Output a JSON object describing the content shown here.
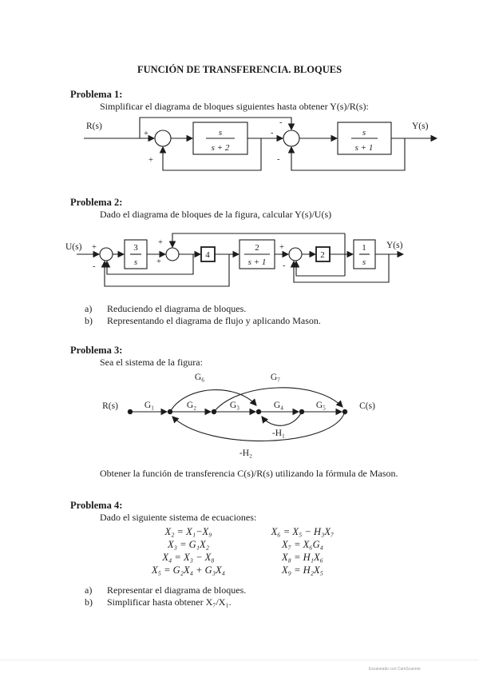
{
  "page": {
    "title": "FUNCIÓN DE TRANSFERENCIA. BLOQUES",
    "watermark": "Escaneado con CamScanner"
  },
  "problem1": {
    "heading": "Problema 1:",
    "description": "Simplificar el diagrama de bloques siguientes hasta obtener Y(s)/R(s):",
    "diagram": {
      "input_label": "R(s)",
      "output_label": "Y(s)",
      "block1_num": "s",
      "block1_den": "s + 2",
      "block2_num": "s",
      "block2_den": "s + 1",
      "sum1_sign_left": "+",
      "sum1_sign_bottom": "+",
      "sum2_sign_top": "-",
      "sum2_sign_left": "-",
      "sum2_sign_bottom": "-"
    }
  },
  "problem2": {
    "heading": "Problema 2:",
    "description": "Dado el diagrama de bloques de la figura, calcular Y(s)/U(s)",
    "diagram": {
      "input_label": "U(s)",
      "output_label": "Y(s)",
      "block1_num": "3",
      "block1_den": "s",
      "block2_label": "4",
      "block3_num": "2",
      "block3_den": "s + 1",
      "block4_label": "2",
      "block5_num": "1",
      "block5_den": "s",
      "sum1_sign_left": "+",
      "sum1_sign_bottom": "-",
      "sum2_sign_top": "+",
      "sum2_sign_left": "+",
      "sum3_sign_left": "+",
      "sum3_sign_bottom": "-"
    },
    "items": [
      {
        "label": "a)",
        "text": "Reduciendo el diagrama de bloques."
      },
      {
        "label": "b)",
        "text": "Representando el diagrama de flujo y aplicando Mason."
      }
    ]
  },
  "problem3": {
    "heading": "Problema 3:",
    "description": "Sea el sistema de la figura:",
    "closing": "Obtener la función de transferencia C(s)/R(s) utilizando la fórmula de Mason.",
    "graph": {
      "input_label": "R(s)",
      "output_label": "C(s)",
      "g1": "G₁",
      "g2": "G₂",
      "g3": "G₃",
      "g4": "G₄",
      "g5": "G₅",
      "g6": "G₆",
      "g7": "G₇",
      "h1": "-H₁",
      "h2": "-H₂"
    }
  },
  "problem4": {
    "heading": "Problema 4:",
    "description": "Dado el siguiente sistema de ecuaciones:",
    "equations": [
      [
        "X₂ = X₁−X₉",
        "X₆ = X₅ − H₃X₇"
      ],
      [
        "X₃ = G₁X₂",
        "X₇ = X₆G₄"
      ],
      [
        "X₄ = X₃ − X₈",
        "X₈ = H₁X₆"
      ],
      [
        "X₅ = G₂X₄ + G₃X₄",
        "X₉ = H₂X₅"
      ]
    ],
    "items": [
      {
        "label": "a)",
        "text": "Representar el diagrama de bloques."
      },
      {
        "label": "b)",
        "text": "Simplificar hasta obtener X₇/X₁."
      }
    ]
  }
}
